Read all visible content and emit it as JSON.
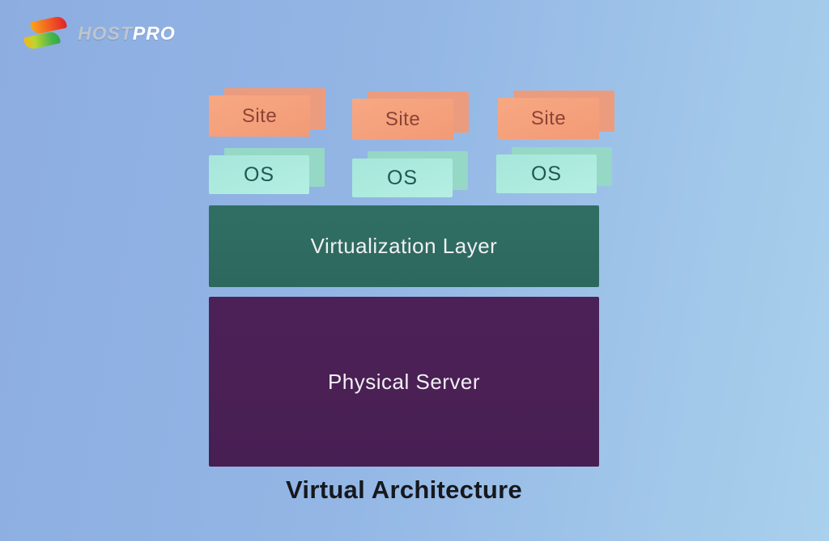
{
  "brand": {
    "name_host": "HOST",
    "name_pro": "PRO"
  },
  "diagram": {
    "caption": "Virtual Architecture",
    "layers": {
      "virtualization": "Virtualization Layer",
      "physical": "Physical Server"
    },
    "columns": [
      {
        "site": "Site",
        "os": "OS"
      },
      {
        "site": "Site",
        "os": "OS"
      },
      {
        "site": "Site",
        "os": "OS"
      }
    ],
    "colors": {
      "background_start": "#8DADE1",
      "background_end": "#A9D0EC",
      "site_card": "#F2A07D",
      "site_card_back": "#EB9C7F",
      "site_text": "#8C4335",
      "os_card": "#ACEBDF",
      "os_card_back": "#95D8C6",
      "os_text": "#20584F",
      "virtualization_bar": "#2E6B61",
      "physical_bar": "#4A2056",
      "bar_text": "#F1F0F3",
      "caption_text": "#16181D",
      "logo_host_text": "#BDC5CF",
      "logo_pro_text": "#FFFFFF"
    }
  }
}
